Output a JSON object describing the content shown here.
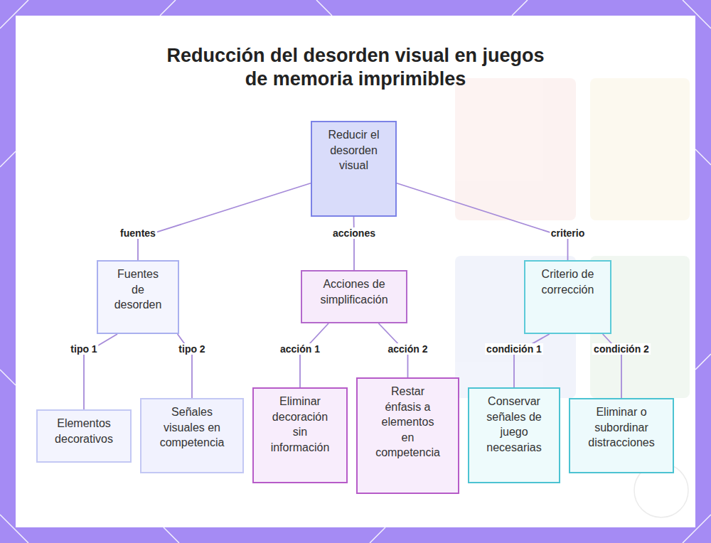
{
  "diagram": {
    "title": "Reducción del desorden visual en juegos de memoria imprimibles",
    "nodes": [
      {
        "text": [
          "Reducir el desorden visual"
        ]
      },
      {
        "text": [
          "Fuentes de desorden"
        ]
      },
      {
        "text": [
          "Acciones de simplificación"
        ]
      },
      {
        "text": [
          "Criterio de corrección"
        ]
      },
      {
        "text": [
          "Elementos decorativos"
        ]
      },
      {
        "text": [
          "Señales visuales en competencia"
        ]
      },
      {
        "text": [
          "Eliminar decoración sin información"
        ]
      },
      {
        "text": [
          "Restar énfasis a elementos en competencia"
        ]
      },
      {
        "text": [
          "Conservar señales de juego necesarias"
        ]
      },
      {
        "text": [
          "Eliminar o subordinar distracciones"
        ]
      }
    ],
    "edges": [
      {
        "from": 0,
        "to": 1,
        "label": "fuentes",
        "arrow": "none"
      },
      {
        "from": 0,
        "to": 2,
        "label": "acciones",
        "arrow": "none"
      },
      {
        "from": 0,
        "to": 3,
        "label": "criterio",
        "arrow": "none"
      },
      {
        "from": 1,
        "to": 4,
        "label": "tipo 1",
        "arrow": "none"
      },
      {
        "from": 1,
        "to": 5,
        "label": "tipo 2",
        "arrow": "none"
      },
      {
        "from": 2,
        "to": 6,
        "label": "acción 1",
        "arrow": "none"
      },
      {
        "from": 2,
        "to": 7,
        "label": "acción 2",
        "arrow": "none"
      },
      {
        "from": 3,
        "to": 8,
        "label": "condición 1",
        "arrow": "none"
      },
      {
        "from": 3,
        "to": 9,
        "label": "condición 2",
        "arrow": "none"
      }
    ]
  }
}
